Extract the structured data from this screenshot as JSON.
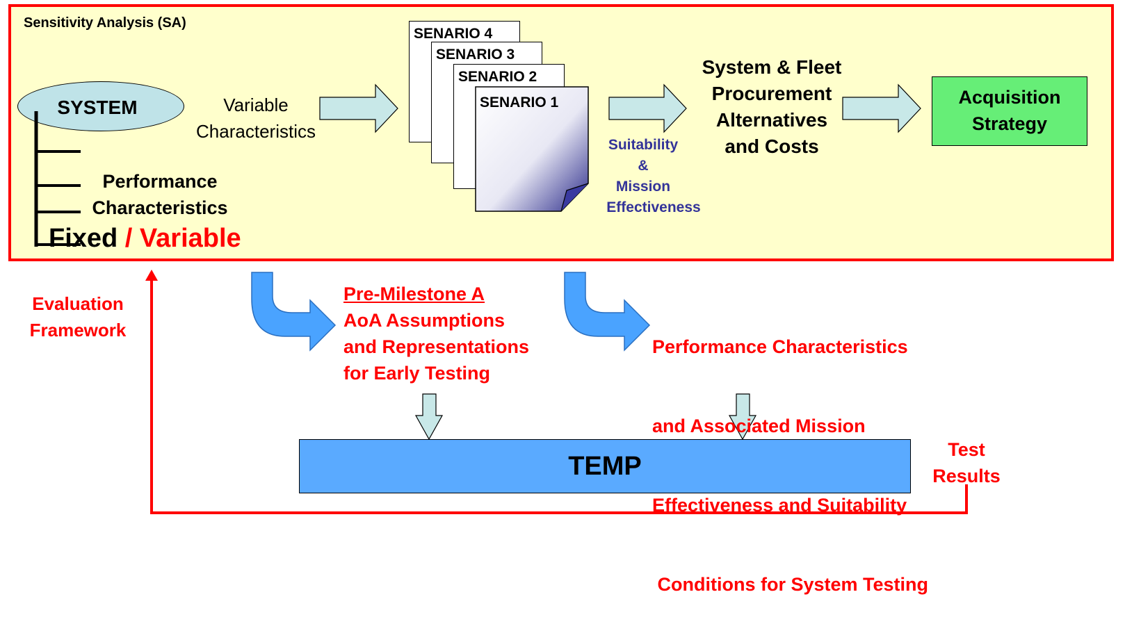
{
  "sa": {
    "title": "Sensitivity Analysis (SA)"
  },
  "system": {
    "label": "SYSTEM",
    "variable_line1": "Variable",
    "variable_line2": "Characteristics",
    "perf_line1": "Performance",
    "perf_line2": "Characteristics",
    "fixed": "Fixed",
    "variable": " / Variable"
  },
  "scenarios": [
    "SENARIO 4",
    "SENARIO 3",
    "SENARIO 2",
    "SENARIO 1"
  ],
  "suitability": {
    "line1": "Suitability",
    "line2": "&",
    "line3": "Mission",
    "line4": "Effectiveness"
  },
  "fleet": {
    "line1": "System & Fleet",
    "line2": "Procurement",
    "line3": "Alternatives",
    "line4": "and Costs"
  },
  "acquisition": {
    "line1": "Acquisition",
    "line2": "Strategy"
  },
  "evaluation": {
    "line1": "Evaluation",
    "line2": "Framework"
  },
  "pre_milestone": {
    "heading": "Pre-Milestone A",
    "line1": "AoA Assumptions",
    "line2": "and Representations",
    "line3": "for Early Testing"
  },
  "performance": {
    "line1": "Performance Characteristics",
    "line2": "and Associated Mission",
    "line3": "Effectiveness and Suitability",
    "line4": " Conditions for System Testing"
  },
  "temp": {
    "label": "TEMP"
  },
  "test_results": {
    "line1": "Test",
    "line2": "Results"
  },
  "colors": {
    "frame_red": "#ff0000",
    "sa_background": "#ffffcc",
    "arrow_fill": "#c8e8e8",
    "blue_arrow": "#4aa3ff",
    "temp_fill": "#5aaaff",
    "acquisition_fill": "#66ee77",
    "suitability_text": "#333399"
  }
}
